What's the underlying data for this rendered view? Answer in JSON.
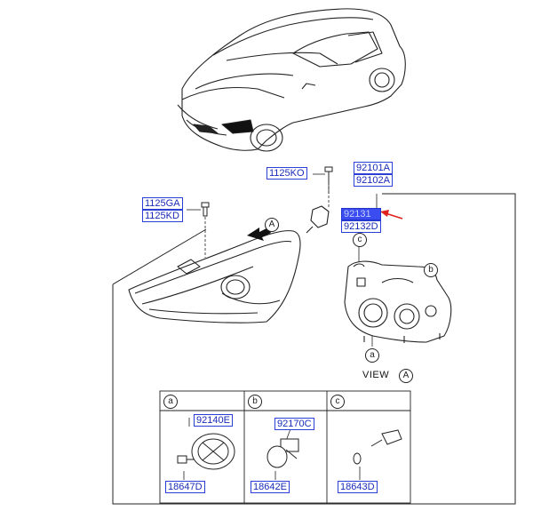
{
  "part_labels": {
    "p1125KO": "1125KO",
    "p92101A": "92101A",
    "p92102A": "92102A",
    "p1125GA": "1125GA",
    "p1125KD": "1125KD",
    "p92131": "92131",
    "p92132D": "92132D",
    "p92140E": "92140E",
    "p18647D": "18647D",
    "p92170C": "92170C",
    "p18642E": "18642E",
    "p18643D": "18643D"
  },
  "callouts": {
    "a": "a",
    "b": "b",
    "c": "c",
    "A": "A"
  },
  "view": {
    "label": "VIEW"
  },
  "colors": {
    "link_text": "#1a2bb8",
    "highlight_bg": "#3b4cf0",
    "arrow_red": "#e0201a",
    "line": "#222222"
  }
}
